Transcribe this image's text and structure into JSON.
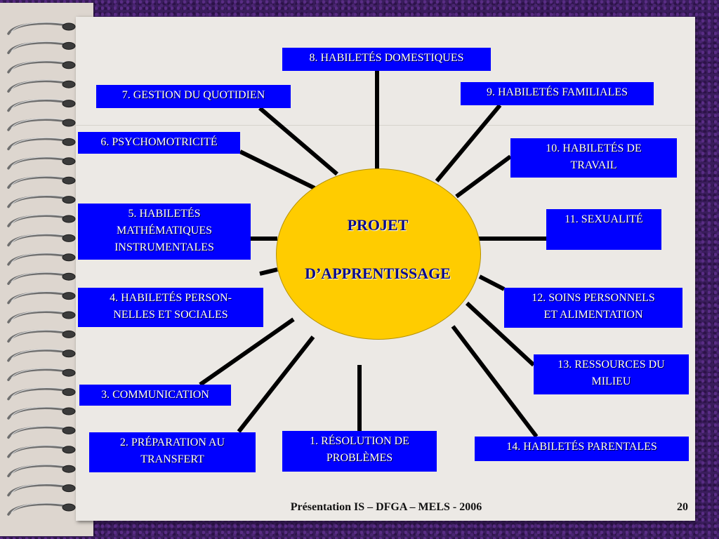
{
  "hub": {
    "title": "PROJET",
    "subtitle": "D’APPRENTISSAGE"
  },
  "nodes": [
    {
      "label": "1.  RÉSOLUTION DE\nPROBLÈMES"
    },
    {
      "label": "2.  PRÉPARATION AU\nTRANSFERT"
    },
    {
      "label": "3.  COMMUNICATION"
    },
    {
      "label": "4.  HABILETÉS PERSON-\nNELLES ET SOCIALES"
    },
    {
      "label": "5.  HABILETÉS\nMATHÉMATIQUES\nINSTRUMENTALES"
    },
    {
      "label": "6.  PSYCHOMOTRICITÉ"
    },
    {
      "label": "7.  GESTION DU QUOTIDIEN"
    },
    {
      "label": "8.  HABILETÉS DOMESTIQUES"
    },
    {
      "label": "9.  HABILETÉS FAMILIALES"
    },
    {
      "label": "10.  HABILETÉS  DE\nTRAVAIL"
    },
    {
      "label": "11.  SEXUALITÉ"
    },
    {
      "label": "12.  SOINS PERSONNELS\nET ALIMENTATION"
    },
    {
      "label": "13.  RESSOURCES DU\nMILIEU"
    },
    {
      "label": "14. HABILETÉS PARENTALES"
    }
  ],
  "footer": {
    "text": "Présentation IS – DFGA – MELS - 2006",
    "page": "20"
  },
  "colors": {
    "box": "#0000ff",
    "hub": "#ffcc00",
    "spoke": "#000000",
    "hubText": "#0a0a8a"
  }
}
